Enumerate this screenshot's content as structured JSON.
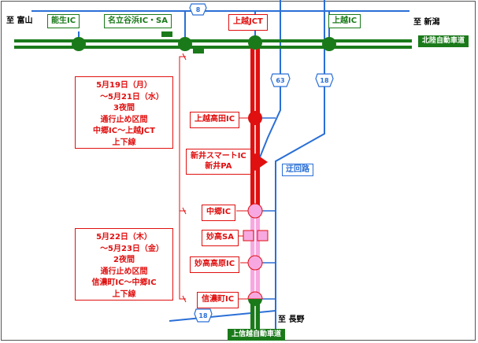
{
  "directions": {
    "toyama": "至 富山",
    "niigata": "至 新潟",
    "nagano": "至 長野"
  },
  "expressways": {
    "hokuriku": "北陸自動車道",
    "joshinetsu": "上信越自動車道"
  },
  "hokuriku_points": {
    "nou_ic": "能生IC",
    "nadachi_ic_sa": "名立谷浜IC・SA",
    "joetsu_jct": "上越JCT",
    "joetsu_ic": "上越IC"
  },
  "joshinetsu_points": {
    "joetsu_takada_ic": "上越高田IC",
    "arai_smart_ic_line1": "新井スマートIC",
    "arai_smart_ic_line2": "新井PA",
    "nakago_ic": "中郷IC",
    "myoko_sa": "妙高SA",
    "myoko_kogen_ic": "妙高高原IC",
    "shinanomachi_ic": "信濃町IC"
  },
  "detour": "迂回路",
  "routes": {
    "r8": "8",
    "r63": "63",
    "r18_top": "18",
    "r18_bottom": "18"
  },
  "notices": [
    {
      "lines": [
        "5月19日（月）",
        "～5月21日（水）",
        "3夜間",
        "通行止め区間",
        "中郷IC～上越JCT",
        "上下線"
      ]
    },
    {
      "lines": [
        "5月22日（木）",
        "～5月23日（金）",
        "2夜間",
        "通行止め区間",
        "信濃町IC～中郷IC",
        "上下線"
      ]
    }
  ],
  "colors": {
    "expressway": "#1a7a1a",
    "closure_red": "#e01010",
    "closure_pink": "#f7a8e0",
    "road_blue": "#2a6fd6"
  }
}
